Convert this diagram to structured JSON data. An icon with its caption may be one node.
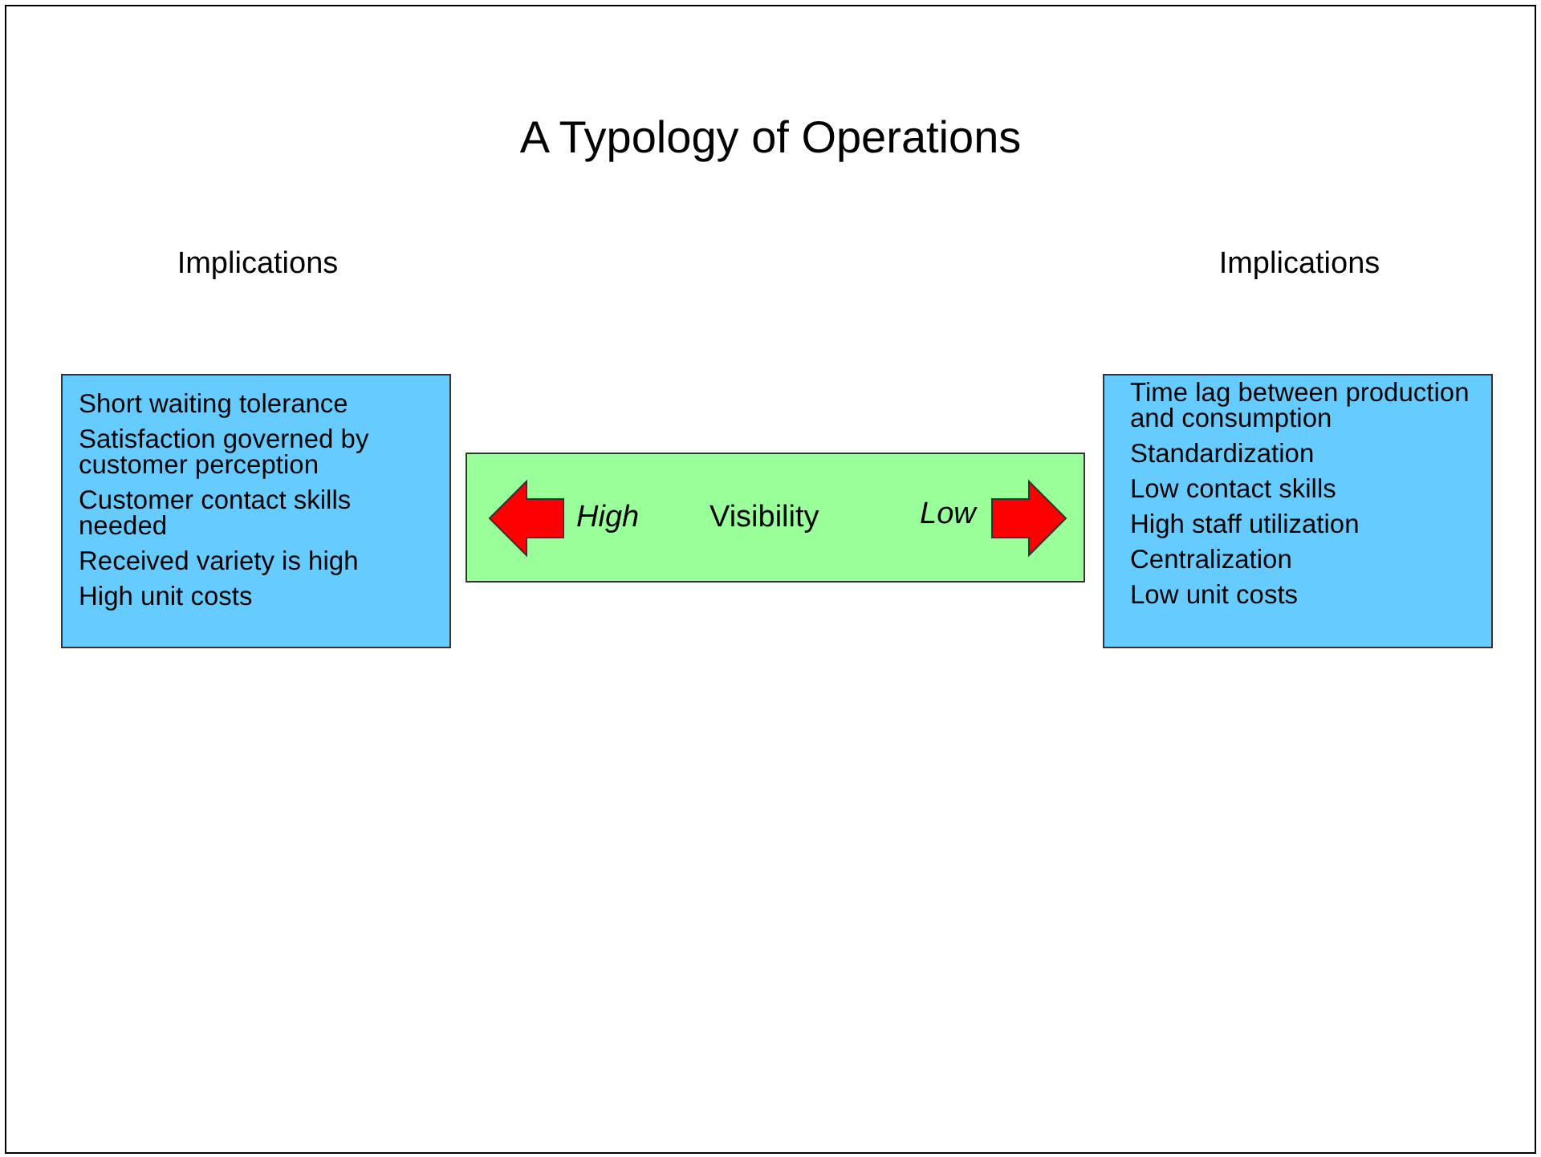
{
  "diagram": {
    "title": "A Typology of Operations",
    "nodes": [
      {
        "text": [
          "Implications",
          "Short waiting tolerance",
          "Satisfaction governed by customer perception",
          "Customer contact skills needed",
          "Received variety is high",
          "High unit costs"
        ]
      },
      {
        "text": [
          "High",
          "Visibility",
          "Low"
        ]
      },
      {
        "text": [
          "Implications",
          "Time lag between production and consumption",
          "Standardization",
          "Low contact skills",
          "High staff utilization",
          "Centralization",
          "Low unit costs"
        ]
      }
    ],
    "edges": []
  }
}
